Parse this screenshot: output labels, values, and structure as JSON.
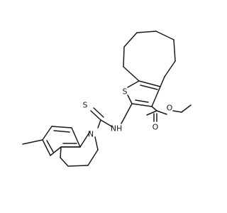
{
  "atoms": {
    "sulfur_ring": "S",
    "sulfur_thioamide": "S",
    "nitrogen_amide": "NH",
    "nitrogen_ring": "N",
    "oxygen_ester": "O",
    "oxygen_carbonyl": "O"
  }
}
